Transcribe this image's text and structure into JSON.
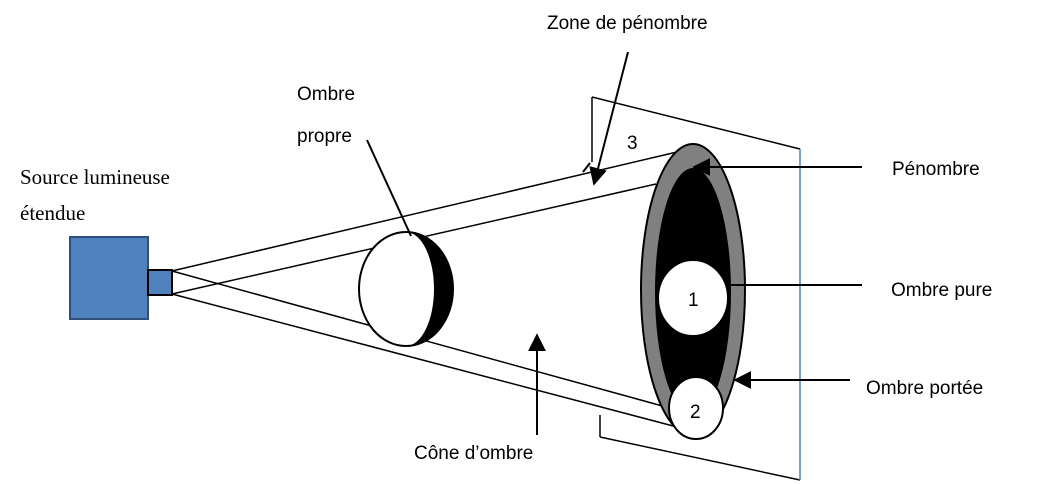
{
  "labels": {
    "zone_penombre": "Zone de pénombre",
    "ombre_propre_line1": "Ombre",
    "ombre_propre_line2": "propre",
    "source_line1": "Source lumineuse",
    "source_line2": "étendue",
    "penombre": "Pénombre",
    "ombre_pure": "Ombre pure",
    "ombre_portee": "Ombre portée",
    "cone_ombre": "Cône d’ombre",
    "num_1": "1",
    "num_2": "2",
    "num_3": "3"
  },
  "colors": {
    "source_fill": "#4f81bd",
    "source_stroke": "#2f4f7f",
    "penumbra_fill": "#808080",
    "umbra_fill": "#000000",
    "screen_right_edge": "#4f81bd",
    "line": "#000000"
  }
}
